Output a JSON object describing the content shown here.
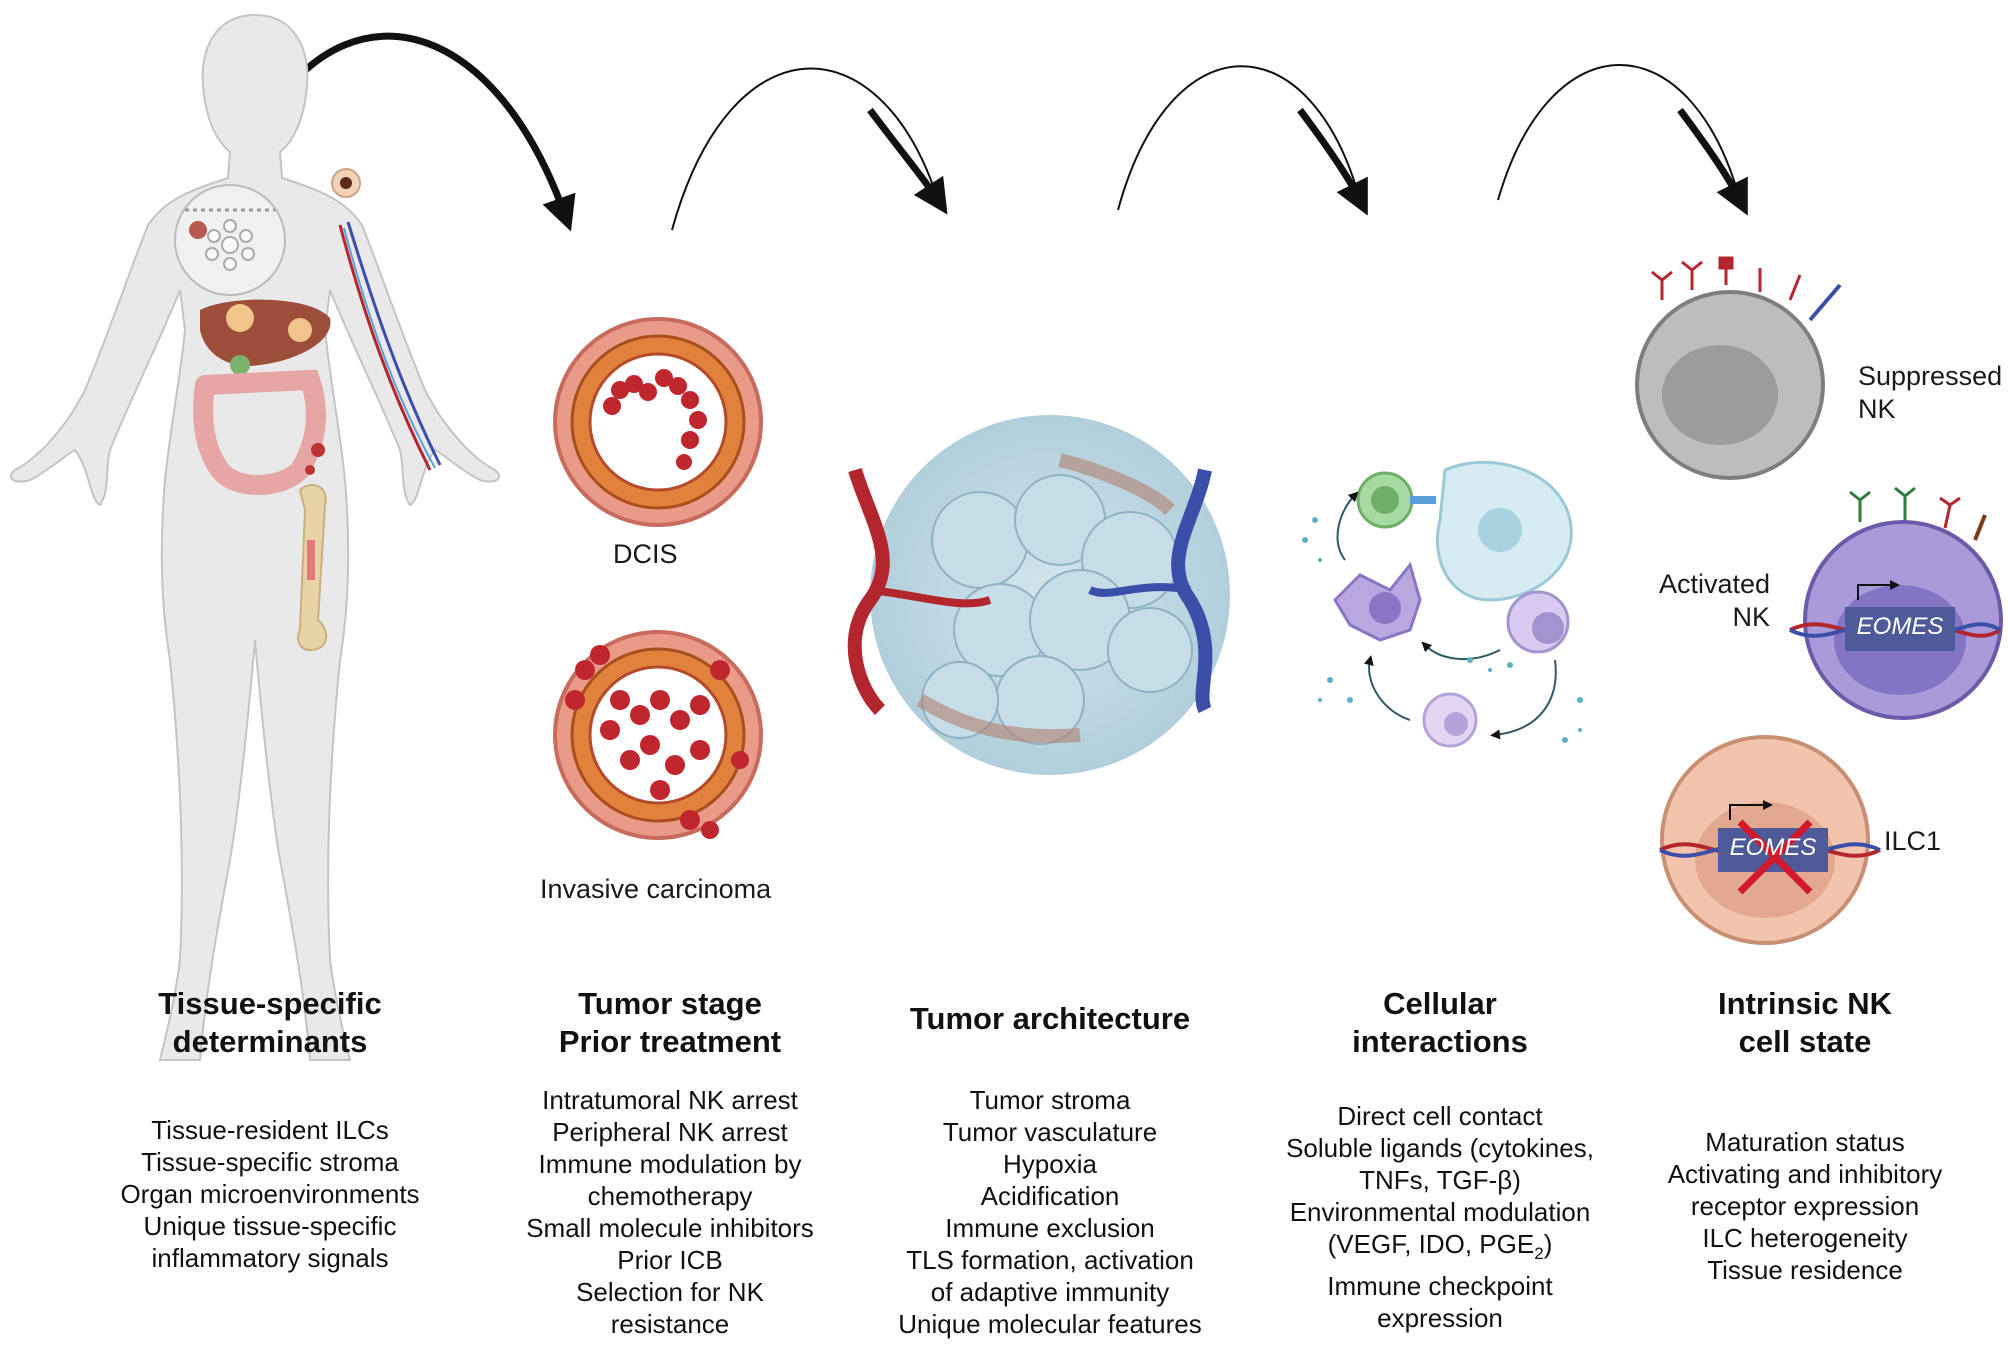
{
  "labels": {
    "dcis": "DCIS",
    "invasive": "Invasive carcinoma",
    "suppressed": [
      "Suppressed",
      "NK"
    ],
    "activated": [
      "Activated",
      "NK"
    ],
    "ilc1": "ILC1",
    "eomes": "EOMES"
  },
  "columns": [
    {
      "title": [
        "Tissue-specific",
        "determinants"
      ],
      "items": [
        "Tissue-resident ILCs",
        "Tissue-specific stroma",
        "Organ microenvironments",
        "Unique tissue-specific",
        "inflammatory signals"
      ]
    },
    {
      "title": [
        "Tumor stage",
        "Prior treatment"
      ],
      "items": [
        "Intratumoral NK arrest",
        "Peripheral NK arrest",
        "Immune modulation by",
        "chemotherapy",
        "Small molecule inhibitors",
        "Prior ICB",
        "Selection for NK",
        "resistance"
      ]
    },
    {
      "title": [
        "Tumor architecture"
      ],
      "items": [
        "Tumor stroma",
        "Tumor vasculature",
        "Hypoxia",
        "Acidification",
        "Immune exclusion",
        "TLS formation, activation",
        "of adaptive immunity",
        "Unique molecular features"
      ]
    },
    {
      "title": [
        "Cellular",
        "interactions"
      ],
      "items": [
        "Direct cell contact",
        "Soluble ligands (cytokines,",
        "TNFs, TGF-β)",
        "Environmental modulation",
        "(VEGF, IDO,  PGE",
        "Immune checkpoint",
        "expression"
      ],
      "pge_sub": "2",
      "pge_close": ")"
    },
    {
      "title": [
        "Intrinsic NK",
        "cell state"
      ],
      "items": [
        "Maturation status",
        "Activating and inhibitory",
        "receptor expression",
        "ILC heterogeneity",
        "Tissue residence"
      ]
    }
  ],
  "colors": {
    "body": "#e8e8e8",
    "body_stroke": "#bdbdbd",
    "artery": "#b3262d",
    "vein": "#3b4fa8",
    "duct_outer": "#e79a86",
    "duct_inner": "#e0823c",
    "tumor_cell": "#c0262e",
    "suppressed_nk": "#bdbdbd",
    "activated_nk": "#a99ad9",
    "ilc1": "#f3c4ad",
    "arrow": "#111111"
  }
}
